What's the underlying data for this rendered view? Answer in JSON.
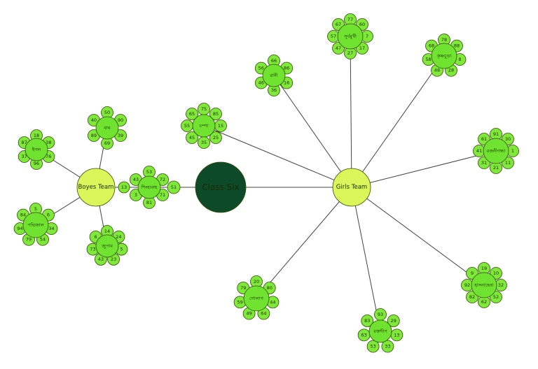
{
  "colors": {
    "center_fill": "#0d4a2a",
    "center_text": "#ffffff",
    "hub_fill": "#d9f75a",
    "node_fill": "#6fe32f",
    "leaf_fill": "#7fe83a",
    "stroke": "#2f4f00",
    "edge": "#444444"
  },
  "center": {
    "label": "Class Six"
  },
  "hubs": {
    "boys": {
      "label": "Boyes Team"
    },
    "girls": {
      "label": "Girls Team"
    }
  },
  "groups": {
    "boys": [
      {
        "id": "b1",
        "label": "ইগল",
        "leaves": [
          "18",
          "38",
          "76",
          "96",
          "37",
          "87"
        ]
      },
      {
        "id": "b2",
        "label": "বাঘ",
        "leaves": [
          "50",
          "90",
          "39",
          "69",
          "89",
          "40"
        ]
      },
      {
        "id": "b3",
        "label": "শিংহাবাহ",
        "leaves": [
          "53",
          "72",
          "71",
          "81",
          "3",
          "43"
        ],
        "bridge": "13"
      },
      {
        "id": "b4",
        "label": "পদ্মিজাল",
        "leaves": [
          "5",
          "6",
          "34",
          "54",
          "79",
          "94",
          "84"
        ]
      },
      {
        "id": "b5",
        "label": "জুপাব",
        "leaves": [
          "14",
          "24",
          "5",
          "23",
          "43",
          "73",
          "6"
        ]
      }
    ],
    "girls": [
      {
        "id": "g1",
        "label": "রানী",
        "leaves": [
          "66",
          "86",
          "16",
          "36",
          "46",
          "56"
        ]
      },
      {
        "id": "g2",
        "label": "চম্পা",
        "leaves": [
          "75",
          "85",
          "15",
          "25",
          "35",
          "45",
          "55",
          "65"
        ]
      },
      {
        "id": "g3",
        "label": "সূর্যমুখী",
        "leaves": [
          "77",
          "60",
          "7",
          "17",
          "27",
          "47",
          "57",
          "67"
        ]
      },
      {
        "id": "g4",
        "label": "কৃষ্ণচূড়া",
        "leaves": [
          "78",
          "88",
          "8",
          "28",
          "48",
          "58",
          "68"
        ]
      },
      {
        "id": "g5",
        "label": "রজনীগন্ধা",
        "leaves": [
          "91",
          "30",
          "1",
          "11",
          "21",
          "31",
          "41",
          "61"
        ]
      },
      {
        "id": "g6",
        "label": "হাসনাহেনা",
        "leaves": [
          "19",
          "10",
          "32",
          "52",
          "62",
          "82",
          "92",
          "9"
        ]
      },
      {
        "id": "g7",
        "label": "রক্তদীপ",
        "leaves": [
          "93",
          "29",
          "13",
          "33",
          "53",
          "63",
          "83"
        ]
      },
      {
        "id": "g8",
        "label": "গোলাপ",
        "leaves": [
          "20",
          "80",
          "44",
          "64",
          "49",
          "59",
          "79"
        ]
      }
    ]
  },
  "bridge_label": "51"
}
